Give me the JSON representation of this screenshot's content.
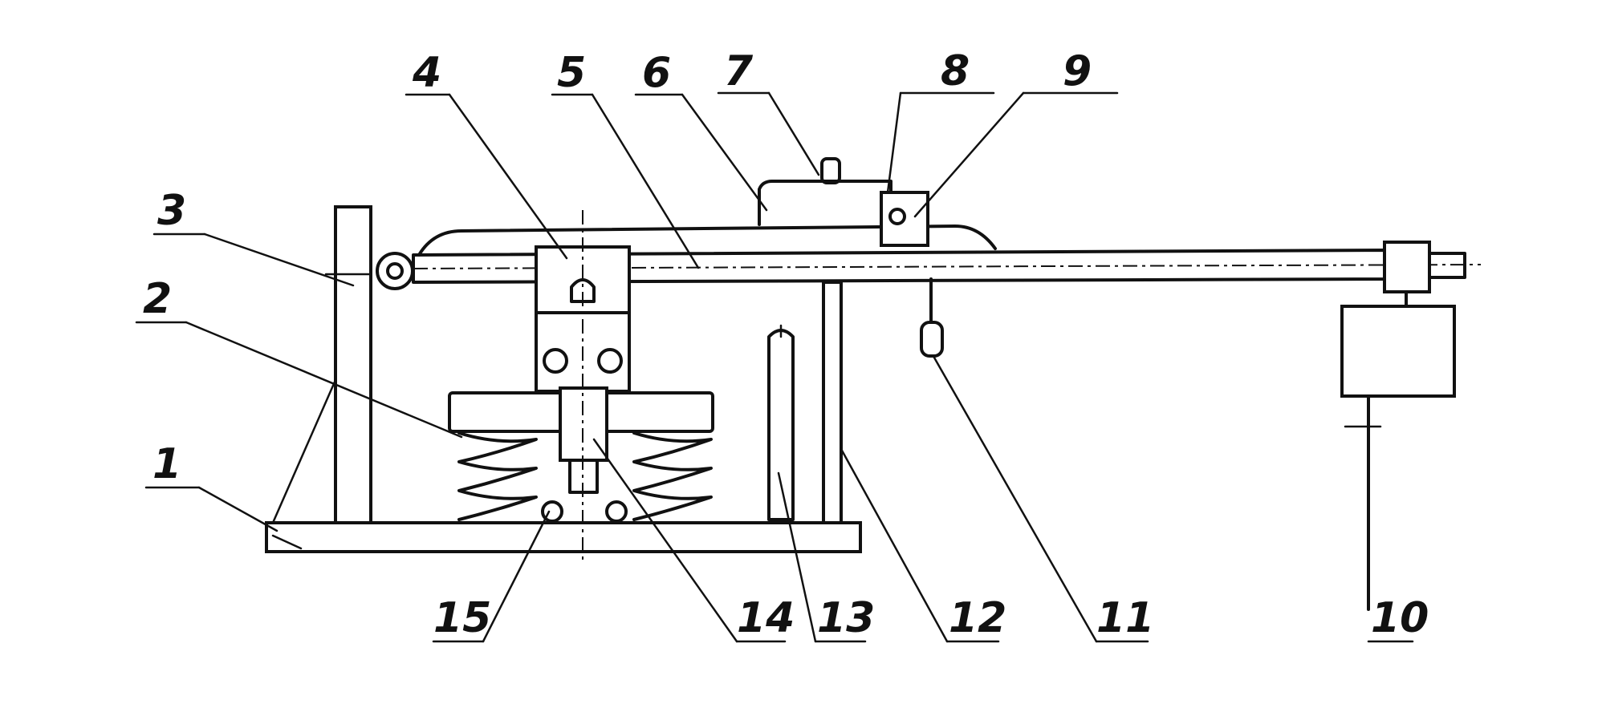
{
  "diagram": {
    "ink_color": "#111111",
    "background": "#ffffff",
    "labels": [
      "1",
      "2",
      "3",
      "4",
      "5",
      "6",
      "7",
      "8",
      "9",
      "10",
      "11",
      "12",
      "13",
      "14",
      "15"
    ]
  }
}
